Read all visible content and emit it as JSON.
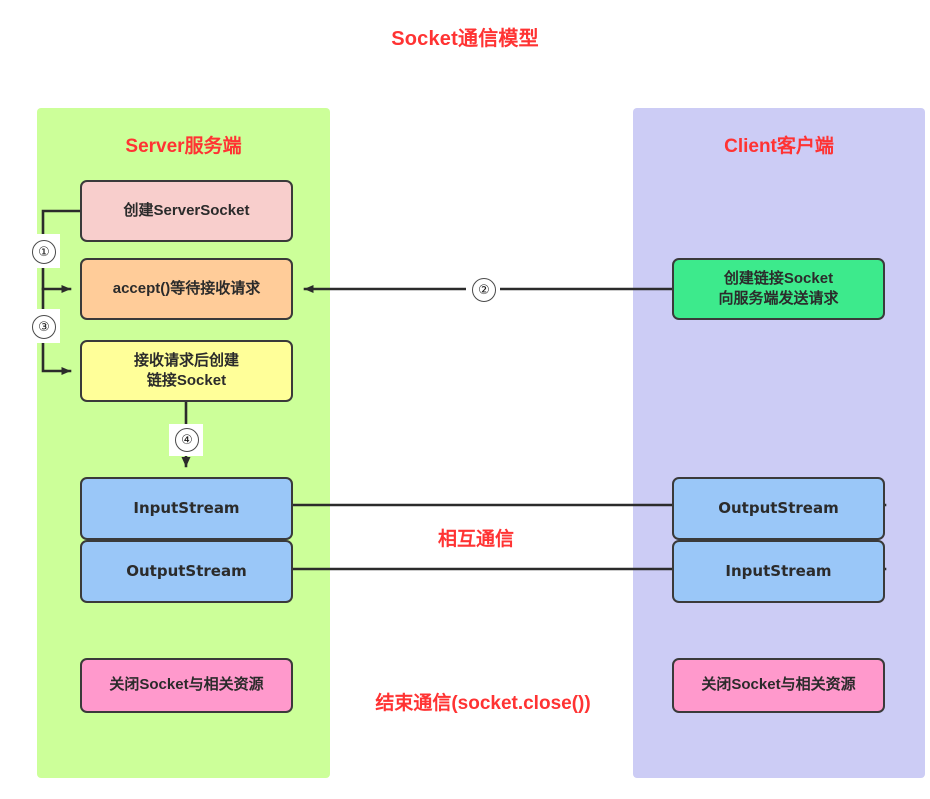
{
  "diagram": {
    "title": "Socket通信模型",
    "colors": {
      "title_red": "#ff3333",
      "server_panel_bg": "#ccff99",
      "client_panel_bg": "#ccccf5",
      "box_pink": "#f8cecc",
      "box_orange": "#ffcc99",
      "box_yellow": "#ffff99",
      "box_blue": "#9ac7f8",
      "box_magenta": "#ff99cc",
      "box_green": "#3dea8c",
      "line_dark": "#3a3a3a"
    }
  },
  "server": {
    "title": "Server服务端",
    "boxes": {
      "create_serversocket": "创建ServerSocket",
      "accept": "accept()等待接收请求",
      "create_socket_line1": "接收请求后创建",
      "create_socket_line2": "链接Socket",
      "input_stream": "InputStream",
      "output_stream": "OutputStream",
      "close": "关闭Socket与相关资源"
    }
  },
  "client": {
    "title": "Client客户端",
    "boxes": {
      "create_socket_line1": "创建链接Socket",
      "create_socket_line2": "向服务端发送请求",
      "output_stream": "OutputStream",
      "input_stream": "InputStream",
      "close": "关闭Socket与相关资源"
    }
  },
  "steps": {
    "one": "①",
    "two": "②",
    "three": "③",
    "four": "④"
  },
  "annotations": {
    "mutual_communication": "相互通信",
    "end_communication": "结束通信(socket.close())"
  }
}
